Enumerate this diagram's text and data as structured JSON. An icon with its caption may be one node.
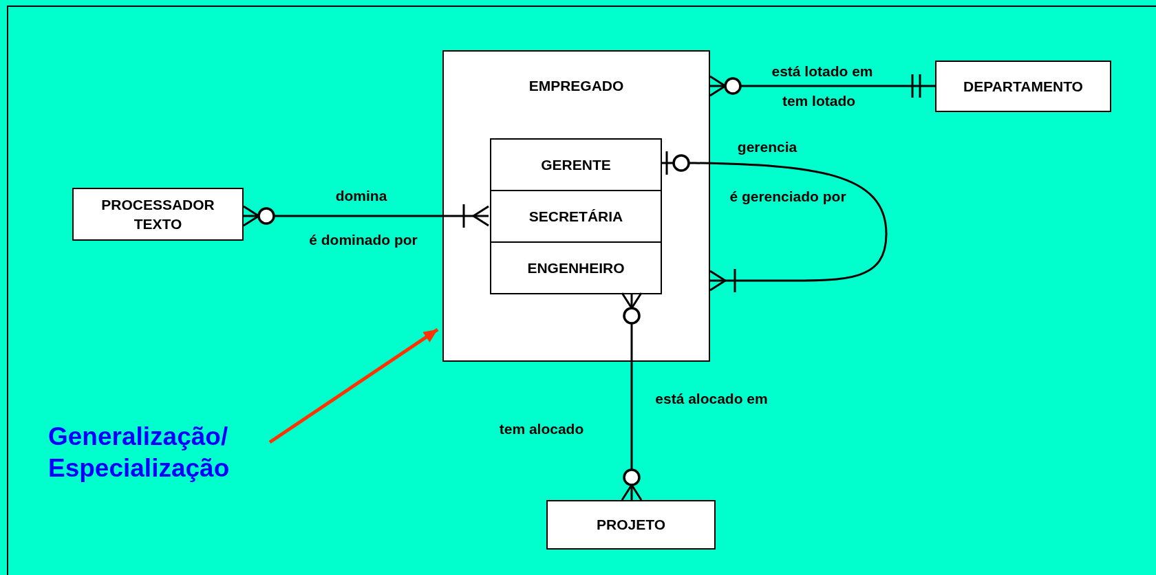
{
  "diagram": {
    "nodes": [
      {
        "text": [
          "EMPREGADO"
        ]
      },
      {
        "text": [
          "DEPARTAMENTO"
        ]
      },
      {
        "text": [
          "PROCESSADOR TEXTO"
        ]
      },
      {
        "text": [
          "GERENTE"
        ],
        "in": 0
      },
      {
        "text": [
          "SECRETÁRIA"
        ],
        "in": 0
      },
      {
        "text": [
          "ENGENHEIRO"
        ],
        "in": 0
      },
      {
        "text": [
          "PROJETO"
        ]
      },
      {
        "text": [
          "Generalização/ Especialização"
        ]
      }
    ],
    "edges": [
      {
        "from": 0,
        "to": 1,
        "arrow": "other",
        "label": "está lotado em"
      },
      {
        "from": 3,
        "to": 0,
        "arrow": "other",
        "label": "gerencia"
      },
      {
        "from": 2,
        "to": 4,
        "arrow": "other",
        "label": "domina"
      },
      {
        "from": 5,
        "to": 6,
        "arrow": "other",
        "label": "está alocado em"
      },
      {
        "from": 7,
        "to": 0,
        "arrow": "to",
        "color": "#ff3300"
      }
    ],
    "labels": [
      "tem lotado",
      "é gerenciado por",
      "é dominado por",
      "tem alocado"
    ]
  }
}
